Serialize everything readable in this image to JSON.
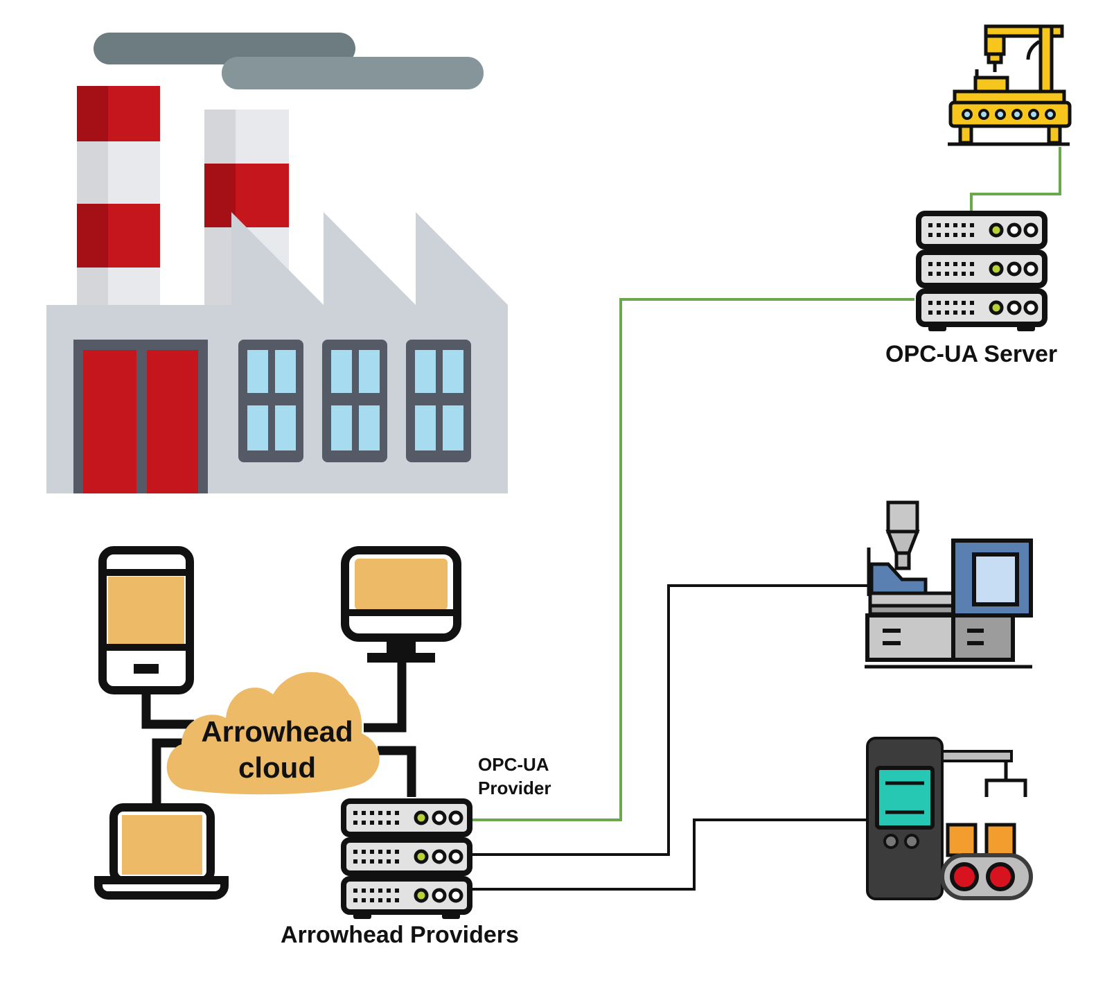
{
  "labels": {
    "opc_ua_server": "OPC-UA Server",
    "arrowhead_cloud": "Arrowhead cloud",
    "opc_ua_provider": "OPC-UA Provider",
    "arrowhead_providers": "Arrowhead Providers"
  },
  "colors": {
    "opc_link": "#6aa84f",
    "wire": "#111111",
    "cloud": "#edba68",
    "device_screen": "#edba68",
    "factory_wall": "#cdd1d8",
    "factory_red": "#c4161c",
    "smoke": "#7e8c90",
    "window_glass": "#a6dbf0",
    "crane_yellow": "#f6c61d"
  },
  "icons": [
    "factory-icon",
    "crane-machine-icon",
    "server-stack-icon",
    "injection-molding-machine-icon",
    "conveyor-machine-icon",
    "smartphone-icon",
    "monitor-icon",
    "laptop-icon",
    "cloud-icon"
  ]
}
